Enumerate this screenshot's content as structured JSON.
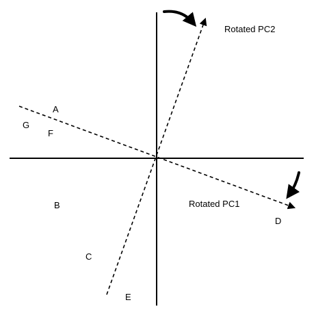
{
  "diagram": {
    "pc1_label": "Rotated PC1",
    "pc2_label": "Rotated PC2",
    "points": {
      "a": "A",
      "b": "B",
      "c": "C",
      "d": "D",
      "e": "E",
      "f": "F",
      "g": "G"
    }
  }
}
